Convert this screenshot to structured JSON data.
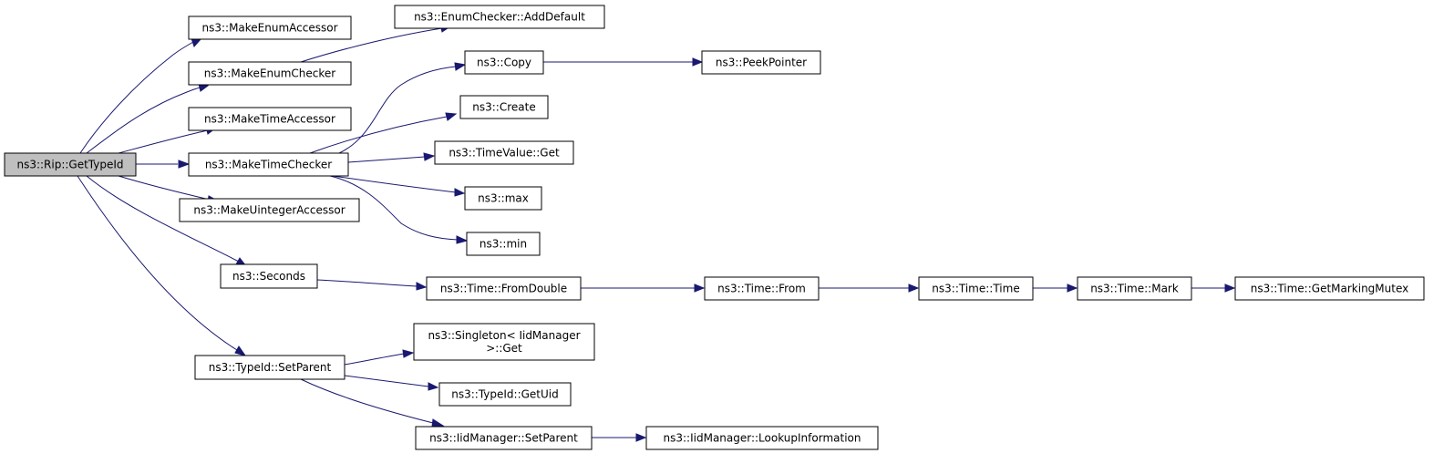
{
  "diagram": {
    "nodes": [
      {
        "id": "root",
        "lines": [
          "ns3::Rip::GetTypeId"
        ],
        "highlight": true
      },
      {
        "id": "n1",
        "lines": [
          "ns3::MakeEnumAccessor"
        ]
      },
      {
        "id": "n2",
        "lines": [
          "ns3::MakeEnumChecker"
        ]
      },
      {
        "id": "n3",
        "lines": [
          "ns3::EnumChecker::AddDefault"
        ]
      },
      {
        "id": "n4",
        "lines": [
          "ns3::MakeTimeAccessor"
        ]
      },
      {
        "id": "n5",
        "lines": [
          "ns3::MakeTimeChecker"
        ]
      },
      {
        "id": "n6",
        "lines": [
          "ns3::Copy"
        ]
      },
      {
        "id": "n7",
        "lines": [
          "ns3::PeekPointer"
        ]
      },
      {
        "id": "n8",
        "lines": [
          "ns3::Create"
        ]
      },
      {
        "id": "n9",
        "lines": [
          "ns3::TimeValue::Get"
        ]
      },
      {
        "id": "n10",
        "lines": [
          "ns3::max"
        ]
      },
      {
        "id": "n11",
        "lines": [
          "ns3::min"
        ]
      },
      {
        "id": "n12",
        "lines": [
          "ns3::MakeUintegerAccessor"
        ]
      },
      {
        "id": "n13",
        "lines": [
          "ns3::Seconds"
        ]
      },
      {
        "id": "n14",
        "lines": [
          "ns3::Time::FromDouble"
        ]
      },
      {
        "id": "n15",
        "lines": [
          "ns3::Time::From"
        ]
      },
      {
        "id": "n16",
        "lines": [
          "ns3::Time::Time"
        ]
      },
      {
        "id": "n17",
        "lines": [
          "ns3::Time::Mark"
        ]
      },
      {
        "id": "n18",
        "lines": [
          "ns3::Time::GetMarkingMutex"
        ]
      },
      {
        "id": "n19",
        "lines": [
          "ns3::TypeId::SetParent"
        ]
      },
      {
        "id": "n20",
        "lines": [
          "ns3::Singleton< IidManager",
          " >::Get"
        ]
      },
      {
        "id": "n21",
        "lines": [
          "ns3::TypeId::GetUid"
        ]
      },
      {
        "id": "n22",
        "lines": [
          "ns3::IidManager::SetParent"
        ]
      },
      {
        "id": "n23",
        "lines": [
          "ns3::IidManager::LookupInformation"
        ]
      }
    ],
    "edges": [
      {
        "from": "root",
        "to": "n1"
      },
      {
        "from": "root",
        "to": "n2"
      },
      {
        "from": "root",
        "to": "n4"
      },
      {
        "from": "root",
        "to": "n5"
      },
      {
        "from": "root",
        "to": "n12"
      },
      {
        "from": "root",
        "to": "n13"
      },
      {
        "from": "root",
        "to": "n19"
      },
      {
        "from": "n2",
        "to": "n3"
      },
      {
        "from": "n5",
        "to": "n6"
      },
      {
        "from": "n5",
        "to": "n8"
      },
      {
        "from": "n5",
        "to": "n9"
      },
      {
        "from": "n5",
        "to": "n10"
      },
      {
        "from": "n5",
        "to": "n11"
      },
      {
        "from": "n6",
        "to": "n7"
      },
      {
        "from": "n13",
        "to": "n14"
      },
      {
        "from": "n14",
        "to": "n15"
      },
      {
        "from": "n15",
        "to": "n16"
      },
      {
        "from": "n16",
        "to": "n17"
      },
      {
        "from": "n17",
        "to": "n18"
      },
      {
        "from": "n19",
        "to": "n20"
      },
      {
        "from": "n19",
        "to": "n21"
      },
      {
        "from": "n19",
        "to": "n22"
      },
      {
        "from": "n22",
        "to": "n23"
      }
    ]
  },
  "colors": {
    "edge": "#191970",
    "node_fill": "#ffffff",
    "root_fill": "#bfbfbf",
    "node_stroke": "#000000"
  }
}
